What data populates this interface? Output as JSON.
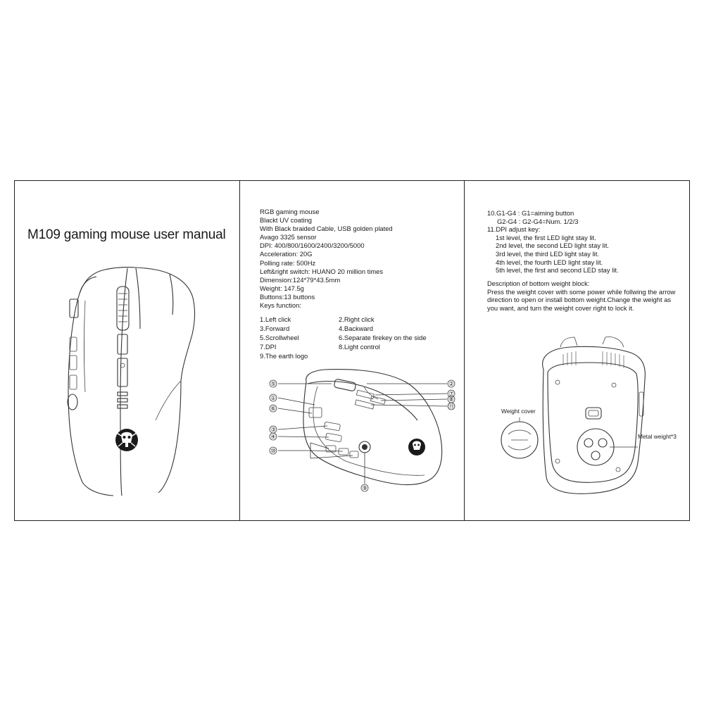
{
  "panel1": {
    "title": "M109 gaming mouse user manual",
    "logo_icon": "skull-emblem-icon"
  },
  "panel2": {
    "specs": [
      "RGB gaming mouse",
      "Blackt UV coating",
      "With Black braided Cable, USB golden plated",
      "Avago 3325 sensor",
      "DPI: 400/800/1600/2400/3200/5000",
      "Acceleration:  20G",
      "Polling rate:  500Hz",
      "Left&right switch:  HUANO 20 million times",
      "Dimension:124*79*43.5mm",
      "Weight:  147.5g",
      "Buttons:13 buttons",
      "Keys function:"
    ],
    "keys": [
      {
        "a": "1.Left click",
        "b": "2.Right click"
      },
      {
        "a": "3.Forward",
        "b": "4.Backward"
      },
      {
        "a": "5.Scrollwheel",
        "b": "6.Separate firekey on the side"
      },
      {
        "a": "7.DPI",
        "b": "8.Light control"
      },
      {
        "a": "9.The earth logo",
        "b": ""
      }
    ],
    "callouts": [
      "⑤",
      "①",
      "⑥",
      "③",
      "④",
      "⑩",
      "②",
      "⑦",
      "⑧",
      "⑪",
      "⑨"
    ]
  },
  "panel3": {
    "g_title": "10.G1-G4 : G1=aiming button",
    "g_sub": "G2-G4 : G2-G4=Num. 1/2/3",
    "dpi_title": "11.DPI adjust key:",
    "dpi_levels": [
      "1st level, the first LED light stay lit.",
      "2nd level, the second LED light stay lit.",
      "3rd level, the third LED light stay lit.",
      "4th level, the fourth LED light stay lit.",
      "5th level, the first and second LED stay lit."
    ],
    "desc_title": "Description of bottom weight block:",
    "desc_body": "Press the weight cover with some power while follwing the arrow direction to open or install bottom weight.Change the weight as you want, and turn the weight cover right to lock it.",
    "weight_cover_label": "Weight cover",
    "metal_weight_label": "Metal weight*3"
  }
}
